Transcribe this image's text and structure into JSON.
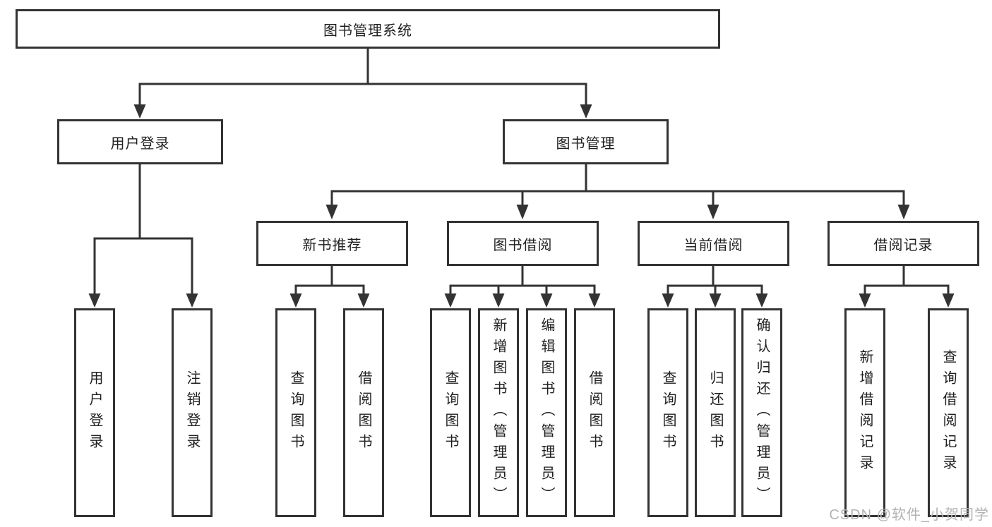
{
  "diagram": {
    "nodes": {
      "root": {
        "label": "图书管理系统"
      },
      "login": {
        "label": "用户登录",
        "children": [
          {
            "label": "用户登录"
          },
          {
            "label": "注销登录"
          }
        ]
      },
      "manage": {
        "label": "图书管理",
        "children": [
          {
            "label": "新书推荐",
            "children": [
              {
                "label": "查询图书"
              },
              {
                "label": "借阅图书"
              }
            ]
          },
          {
            "label": "图书借阅",
            "children": [
              {
                "label": "查询图书"
              },
              {
                "label": "新增图书（管理员）"
              },
              {
                "label": "编辑图书（管理员）"
              },
              {
                "label": "借阅图书"
              }
            ]
          },
          {
            "label": "当前借阅",
            "children": [
              {
                "label": "查询图书"
              },
              {
                "label": "归还图书"
              },
              {
                "label": "确认归还（管理员）"
              }
            ]
          },
          {
            "label": "借阅记录",
            "children": [
              {
                "label": "新增借阅记录"
              },
              {
                "label": "查询借阅记录"
              }
            ]
          }
        ]
      }
    },
    "watermark": "CSDN @软件_小贺同学",
    "colors": {
      "line": "#333333",
      "text": "#1f1f1f",
      "background": "#ffffff",
      "box_fill": "#ffffff",
      "watermark": "#b3b3b3"
    }
  }
}
